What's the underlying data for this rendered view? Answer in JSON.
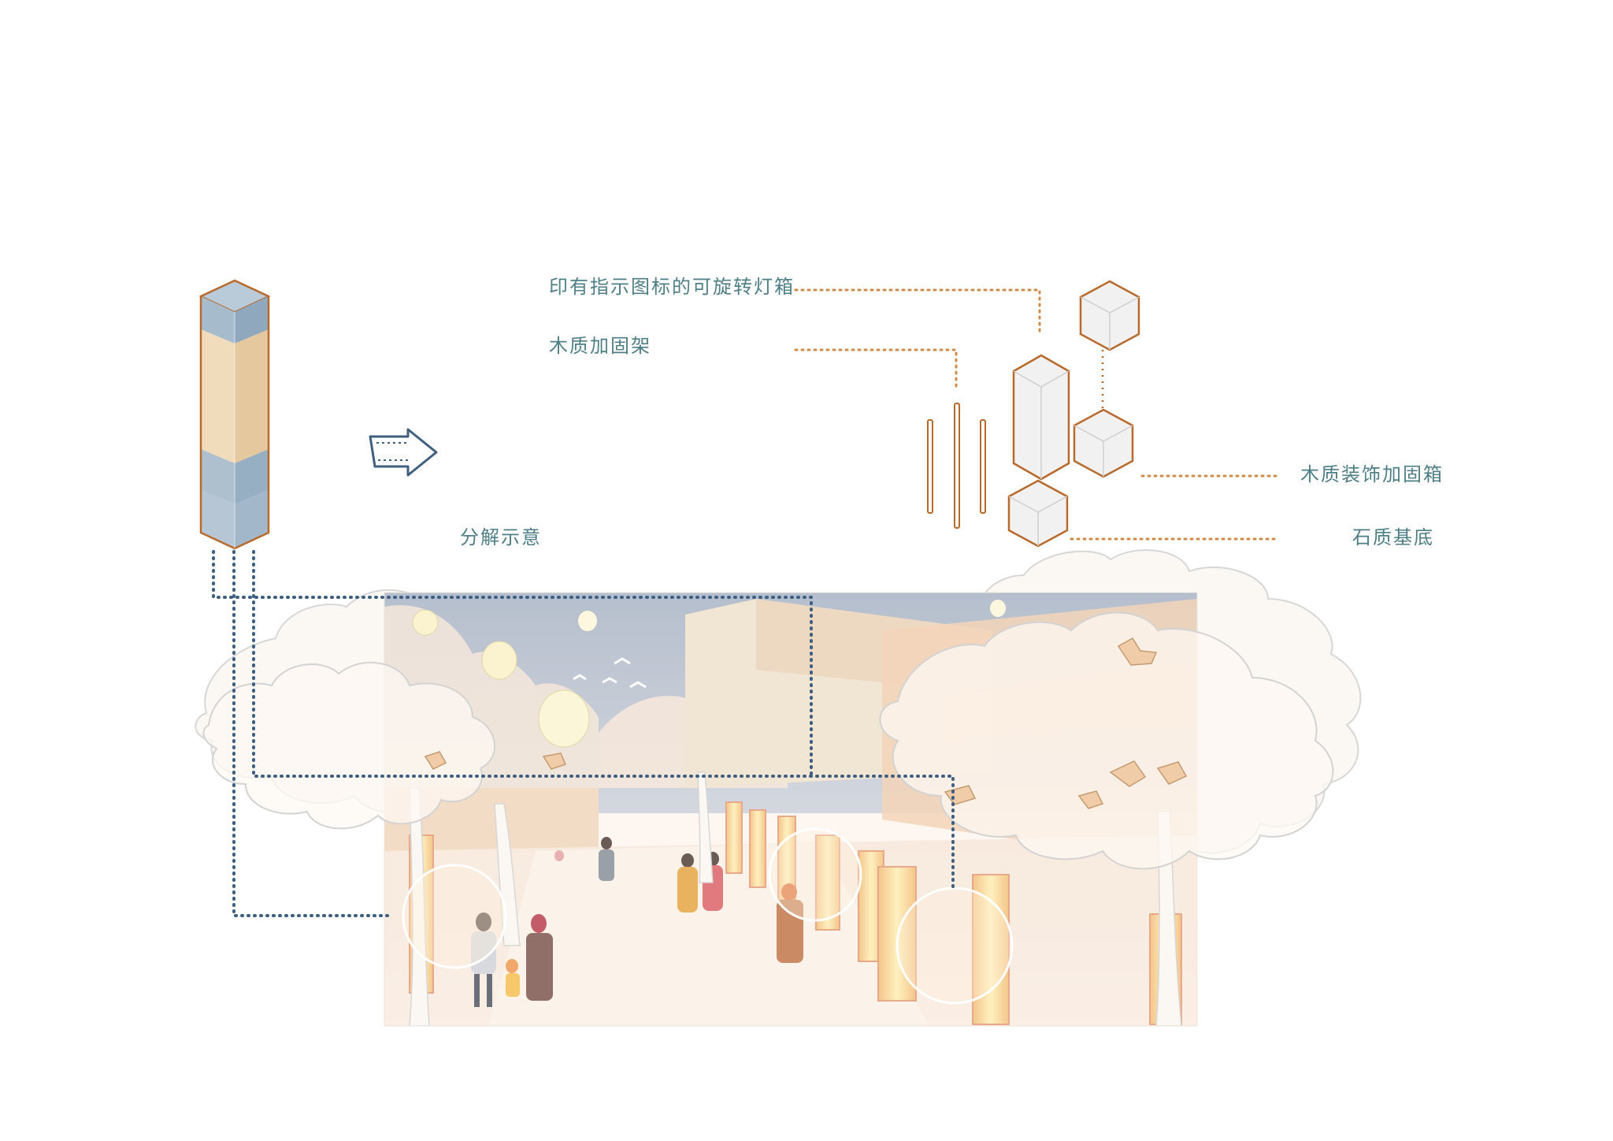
{
  "labels": {
    "rotating_lightbox": "印有指示图标的可旋转灯箱",
    "wooden_frame": "木质加固架",
    "wooden_box": "木质装饰加固箱",
    "stone_base": "石质基底",
    "exploded_view": "分解示意"
  },
  "colors": {
    "label_text": "#4f7f86",
    "leader_orange": "#d08a4c",
    "leader_blue": "#3d5f82",
    "pillar_blue": "#a9bdcd",
    "pillar_beige": "#eed9b8",
    "outline_orange": "#b86a2c",
    "sky_blue": "#a9bdd6",
    "scene_peach": "#f6dcc6"
  }
}
